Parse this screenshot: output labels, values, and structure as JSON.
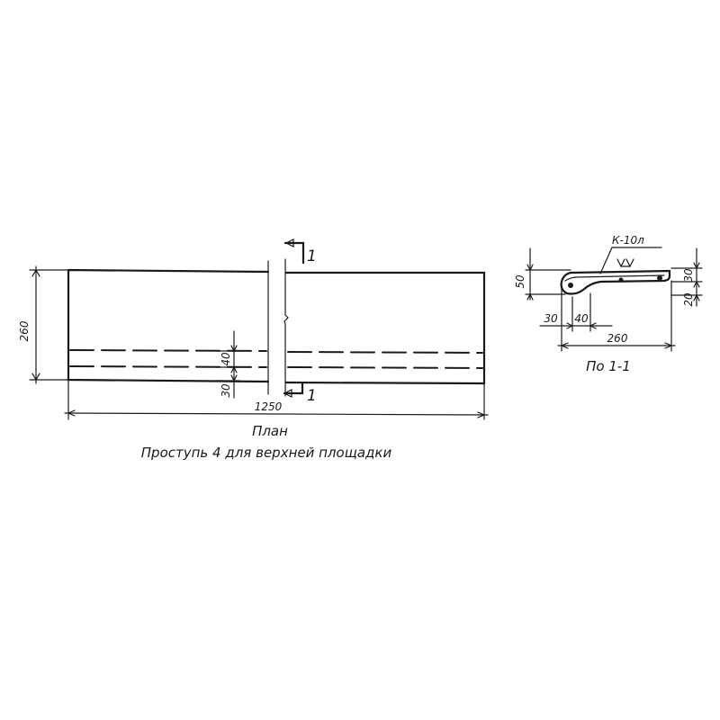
{
  "plan": {
    "dimensions": {
      "width": "260",
      "length": "1250",
      "offset_40": "40",
      "offset_30": "30"
    },
    "section_mark_top": "1",
    "section_mark_bottom": "1",
    "caption_title": "План",
    "caption_subtitle": "Проступь 4 для верхней площадки"
  },
  "section": {
    "weld_label": "К-10л",
    "dimensions": {
      "height_50": "50",
      "right_30": "30",
      "right_20": "20",
      "bottom_30": "30",
      "bottom_40": "40",
      "width_260": "260"
    },
    "caption": "По 1-1"
  }
}
